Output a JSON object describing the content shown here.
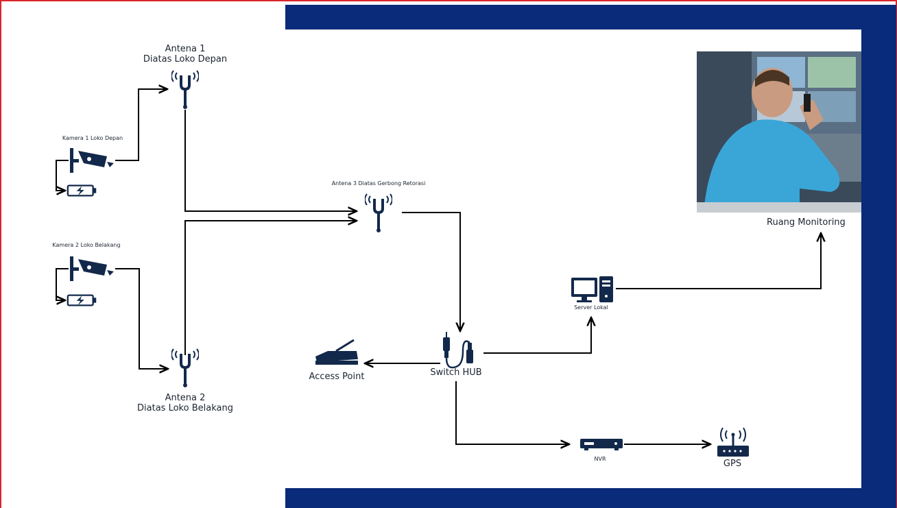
{
  "colors": {
    "navy": "#0a2a7a",
    "red": "#d9262b",
    "icon": "#13294b",
    "line": "#000000"
  },
  "labels": {
    "antena1_line1": "Antena 1",
    "antena1_line2": "Diatas Loko Depan",
    "kamera1": "Kamera 1 Loko Depan",
    "kamera2": "Kamera 2 Loko Belakang",
    "antena3": "Antena 3 Diatas Gerbong Retorasi",
    "antena2_line1": "Antena 2",
    "antena2_line2": "Diatas Loko Belakang",
    "access_point": "Access Point",
    "switch_hub": "Switch HUB",
    "server_lokal": "Server Lokal",
    "nvr": "NVR",
    "gps": "GPS",
    "ruang_monitoring": "Ruang Monitoring"
  },
  "icons": [
    "antenna-icon",
    "cctv-camera-icon",
    "battery-icon",
    "usb-switch-icon",
    "router-icon",
    "desktop-server-icon",
    "nvr-icon",
    "gps-router-icon"
  ]
}
